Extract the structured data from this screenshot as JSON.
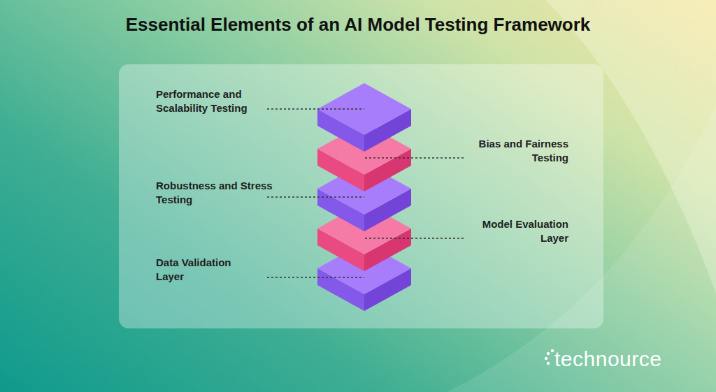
{
  "diagram": {
    "title": "Essential Elements of an AI Model Testing Framework",
    "labels": [
      "Performance and Scalability Testing",
      "Bias and Fairness Testing",
      "Robustness and Stress Testing",
      "Model Evaluation Layer",
      "Data Validation Layer",
      "technource"
    ]
  }
}
